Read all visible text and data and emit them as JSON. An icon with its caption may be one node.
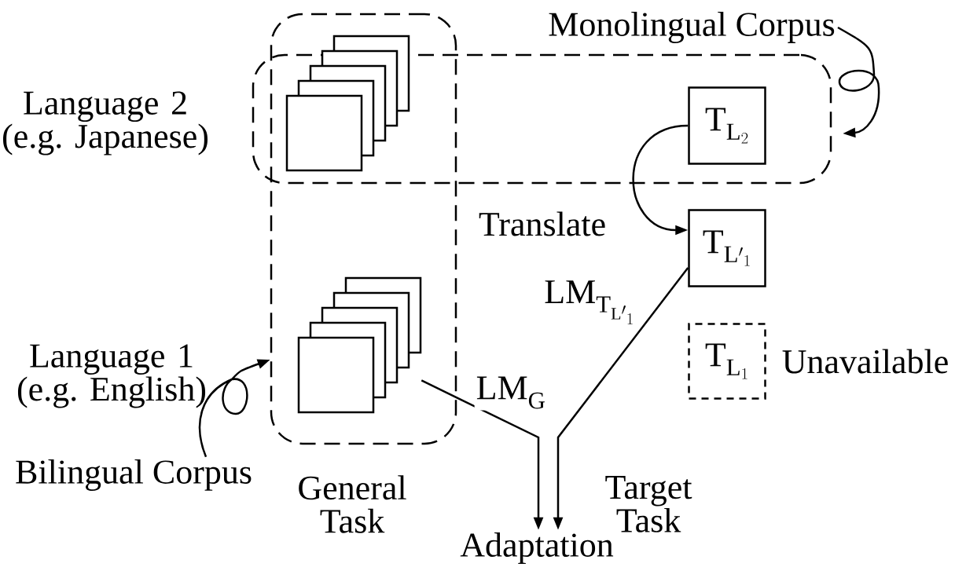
{
  "diagram": {
    "nodes": [
      {
        "text": [],
        "shape": "box"
      },
      {
        "text": [],
        "shape": "box"
      },
      {
        "text": [],
        "shape": "stack",
        "in": 0
      },
      {
        "text": [],
        "shape": "stack",
        "in": 0
      },
      {
        "text": [
          "\\mathrm{T}_{\\mathrm{L}_{2}}"
        ],
        "in": 1
      },
      {
        "text": [
          "\\mathrm{T}_{\\mathrm{L'}_{1}}"
        ]
      },
      {
        "text": [
          "\\mathrm{T}_{\\mathrm{L}_{1}}"
        ],
        "beside": [
          "Unavailable"
        ]
      },
      {
        "text": [
          "Monolingual Corpus"
        ]
      },
      {
        "text": [
          "Bilingual Corpus"
        ]
      },
      {
        "text": [
          "Adaptation"
        ]
      }
    ],
    "edges": [
      {
        "from": 7,
        "to": 1,
        "arrow": "to"
      },
      {
        "from": 8,
        "to": 0,
        "arrow": "to"
      },
      {
        "from": 4,
        "to": 5,
        "arrow": "to",
        "label": "Translate"
      },
      {
        "from": 3,
        "to": 9,
        "arrow": "to",
        "label": "\\mathrm{LM}_{\\mathrm{G}}"
      },
      {
        "from": 5,
        "to": 9,
        "arrow": "to",
        "label": "\\mathrm{LM}_{\\mathrm{T}_{\\mathrm{L'}_{1}}}"
      }
    ],
    "labels": [
      "Language 2 (e.g. Japanese)",
      "Language 1 (e.g. English)",
      "General Task",
      "Target Task"
    ]
  }
}
